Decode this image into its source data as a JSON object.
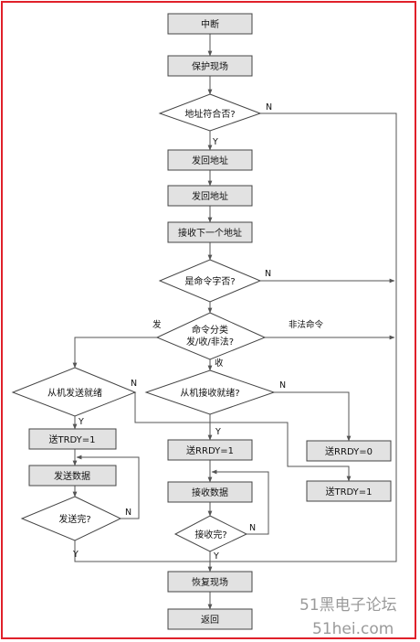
{
  "nodes": {
    "interrupt": "中断",
    "save_context": "保护现场",
    "address_match": "地址符合否?",
    "send_back_address_1": "发回地址",
    "send_back_address_2": "发回地址",
    "receive_next_address": "接收下一个地址",
    "is_command_word": "是命令字否?",
    "command_classify_line1": "命令分类",
    "command_classify_line2": "发/收/非法?",
    "slave_send_ready": "从机发送就绪",
    "slave_receive_ready": "从机接收就绪?",
    "send_trdy_1": "送TRDY=1",
    "send_rrdy_1": "送RRDY=1",
    "send_rrdy_0": "送RRDY=0",
    "send_trdy_1_right": "送TRDY=1",
    "send_data": "发送数据",
    "receive_data": "接收数据",
    "send_done": "发送完?",
    "receive_done": "接收完?",
    "restore_context": "恢复现场",
    "return": "返回"
  },
  "branches": {
    "yes": "Y",
    "no": "N",
    "send": "发",
    "receive": "收",
    "illegal_command": "非法命令"
  },
  "watermark": {
    "line1": "51黑电子论坛",
    "line2": "51hei.com"
  }
}
